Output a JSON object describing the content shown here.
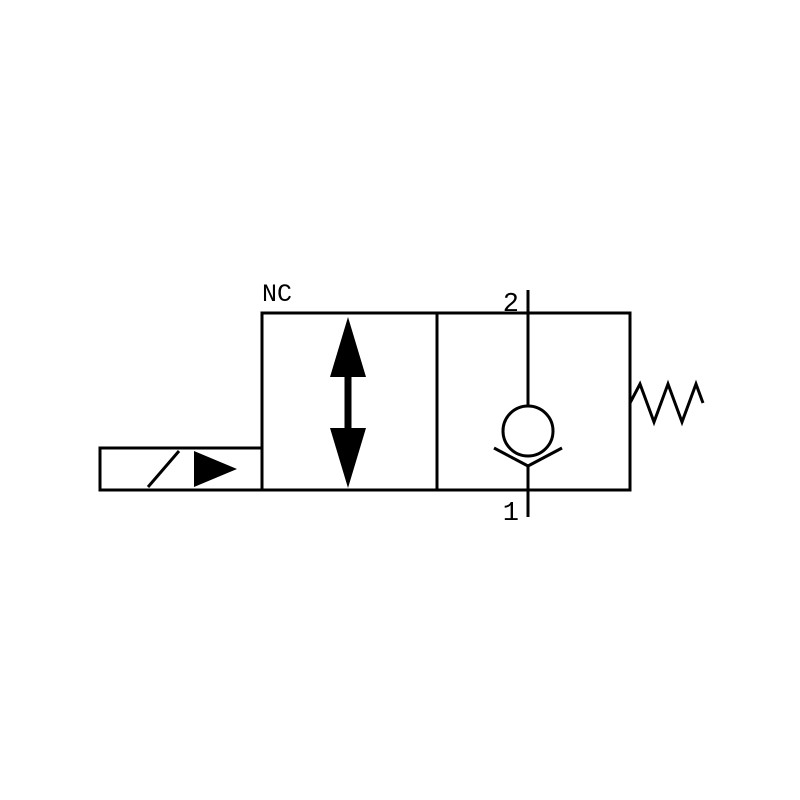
{
  "diagram": {
    "type": "hydraulic-valve-schematic",
    "labels": {
      "nc": "NC",
      "port_top": "2",
      "port_bottom": "1"
    },
    "colors": {
      "stroke": "#000000",
      "background": "#ffffff"
    }
  }
}
